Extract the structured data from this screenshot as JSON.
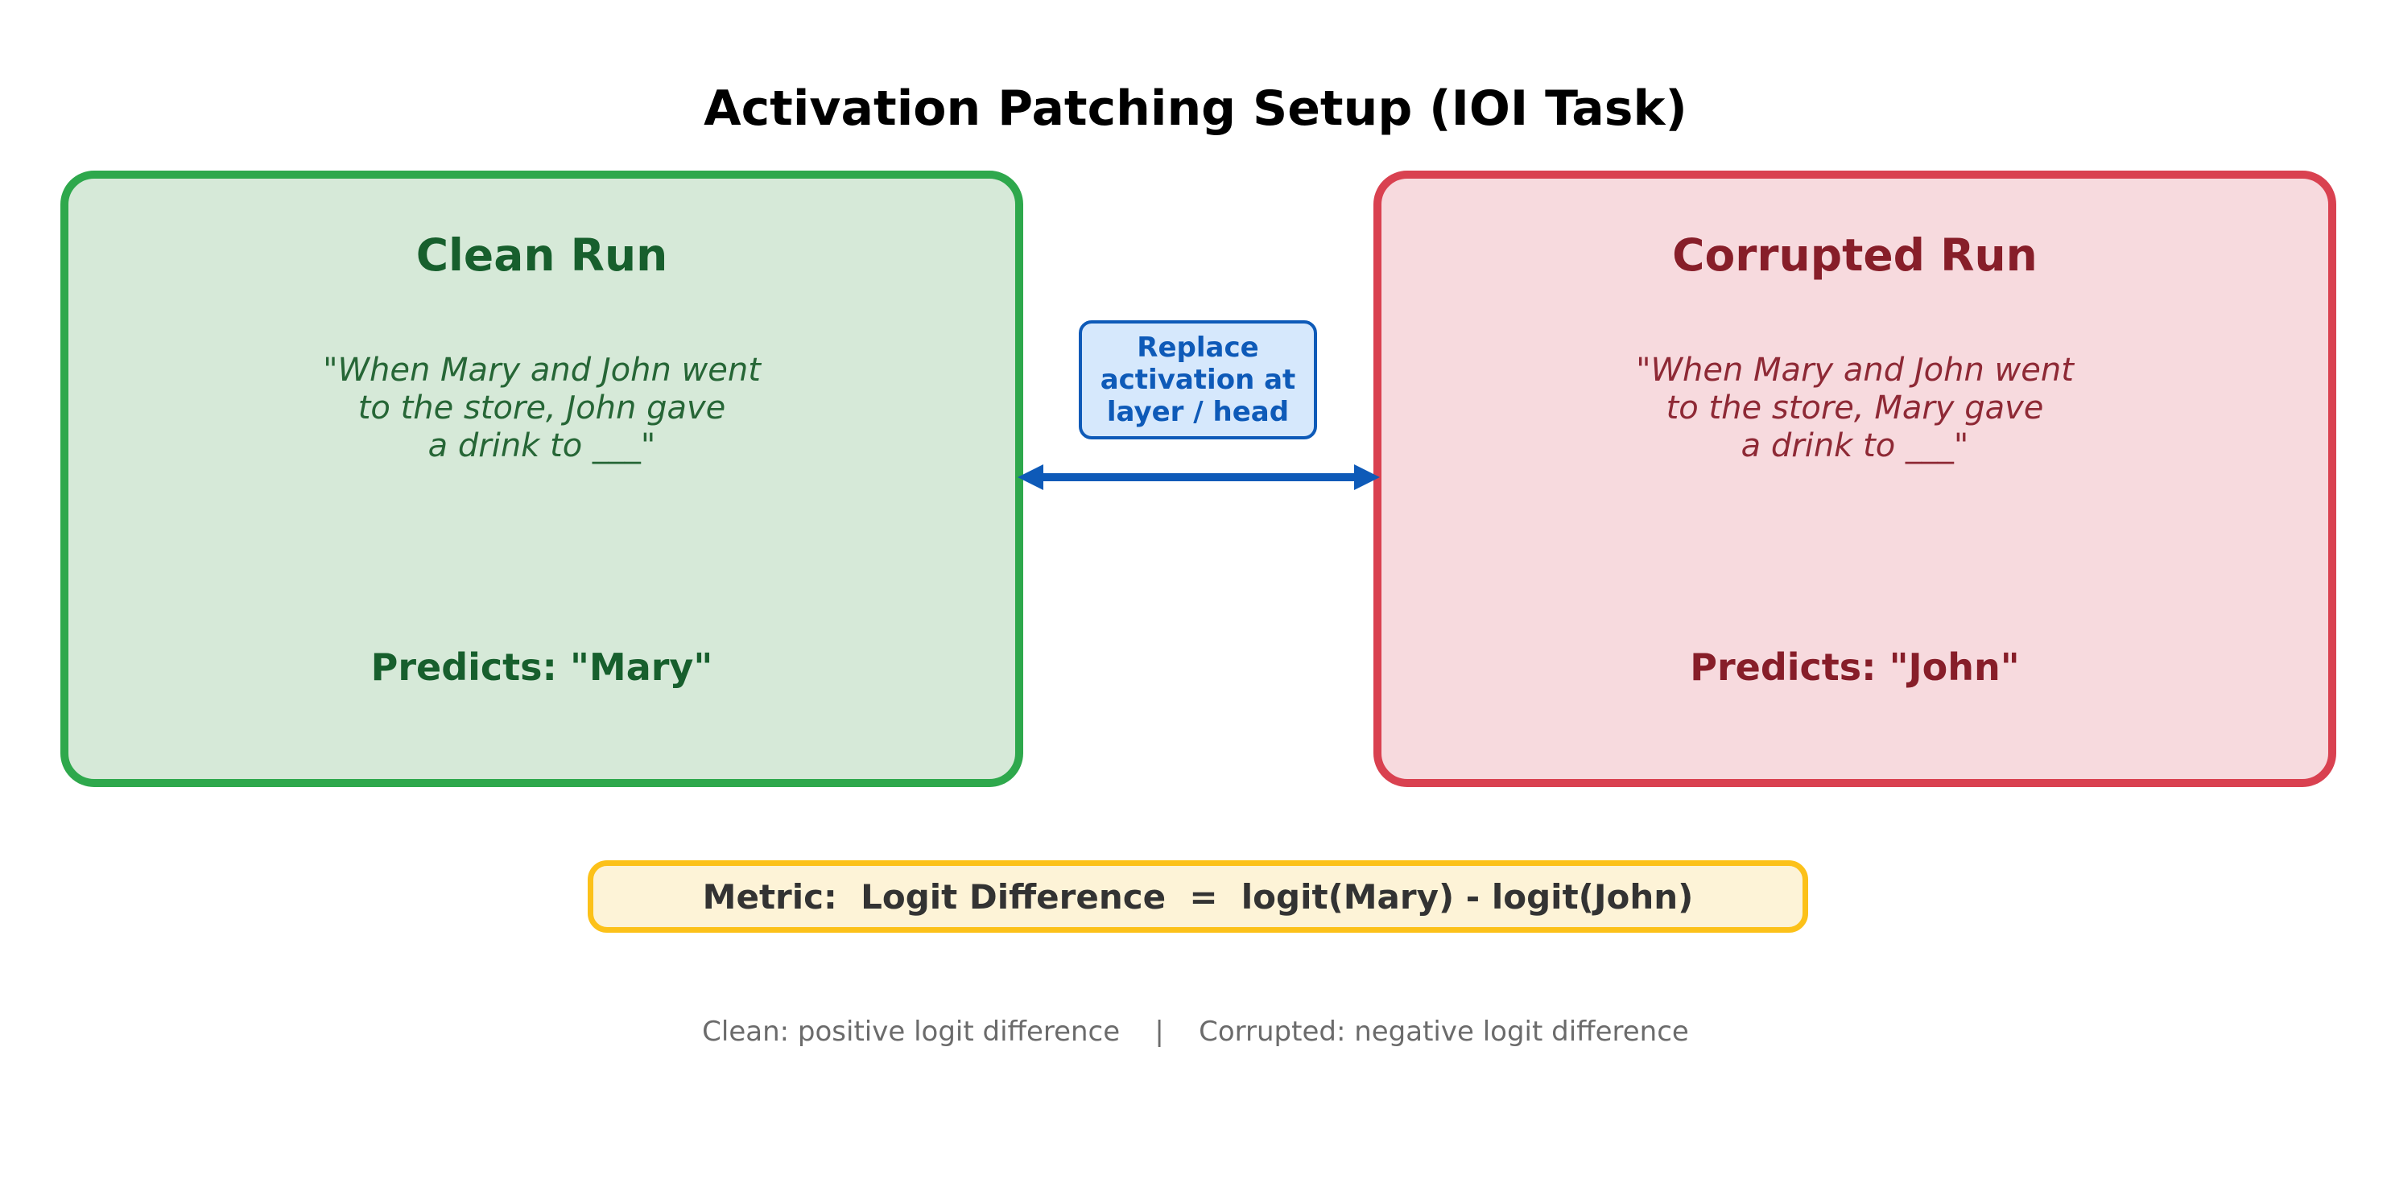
{
  "title": {
    "text": "Activation Patching Setup (IOI Task)"
  },
  "clean_run": {
    "heading": "Clean Run",
    "prompt_lines": [
      "\"When Mary and John went",
      "to the store, John gave",
      "a drink to ___\""
    ],
    "prediction": "Predicts: \"Mary\""
  },
  "corrupted_run": {
    "heading": "Corrupted Run",
    "prompt_lines": [
      "\"When Mary and John went",
      "to the store, Mary gave",
      "a drink to ___\""
    ],
    "prediction": "Predicts: \"John\""
  },
  "patch_label": {
    "text": "Replace activation at layer / head"
  },
  "connector": {
    "icon": "double-headed-arrow",
    "direction": "horizontal-bidirectional"
  },
  "metric": {
    "text": "Metric:  Logit Difference  =  logit(Mary) - logit(John)"
  },
  "footer": {
    "text": "Clean: positive logit difference    |    Corrupted: negative logit difference"
  },
  "colors": {
    "title_text": "#000000",
    "clean_border": "#2ea84c",
    "clean_fill": "#d6e9d8",
    "clean_heading": "#175f2d",
    "clean_quote": "#266636",
    "corrupted_border": "#d94150",
    "corrupted_fill": "#f7dade",
    "corrupted_heading": "#871e29",
    "corrupted_quote": "#8e2935",
    "patch_blue": "#0e5ab8",
    "patch_fill": "#d6e8fc",
    "arrow_blue": "#0e5ab8",
    "metric_border": "#fcc119",
    "metric_fill": "#fdf3d7",
    "metric_text": "#333333",
    "footer_text": "#6b6b6b"
  }
}
